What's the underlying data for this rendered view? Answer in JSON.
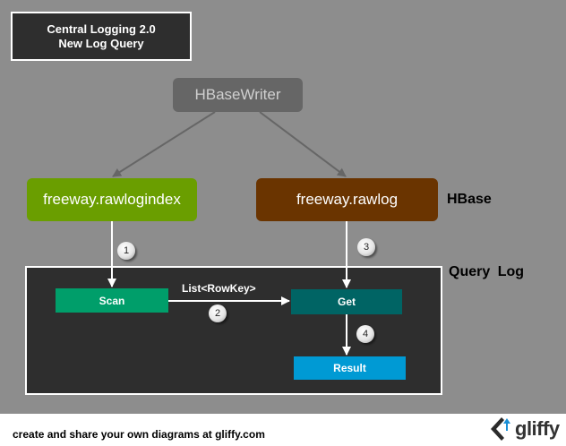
{
  "title": {
    "line1": "Central Logging 2.0",
    "line2": "New Log Query"
  },
  "nodes": {
    "hbasewriter": "HBaseWriter",
    "rawlogindex": "freeway.rawlogindex",
    "rawlog": "freeway.rawlog",
    "scan": "Scan",
    "get": "Get",
    "result": "Result"
  },
  "labels": {
    "hbase": "HBase",
    "query_log": "Query Log",
    "list_rowkey": "List<RowKey>"
  },
  "steps": [
    "1",
    "2",
    "3",
    "4"
  ],
  "footer": {
    "text": "create and share your own diagrams at gliffy.com",
    "logo_word": "gliffy"
  },
  "colors": {
    "background": "#8d8d8d",
    "title_box": "#2e2e2e",
    "hbasewriter": "#666666",
    "rawlogindex": "#6a9e00",
    "rawlog": "#6a3400",
    "scan": "#009e6a",
    "get": "#006464",
    "result": "#009ad4",
    "query_panel": "#2e2e2e"
  }
}
